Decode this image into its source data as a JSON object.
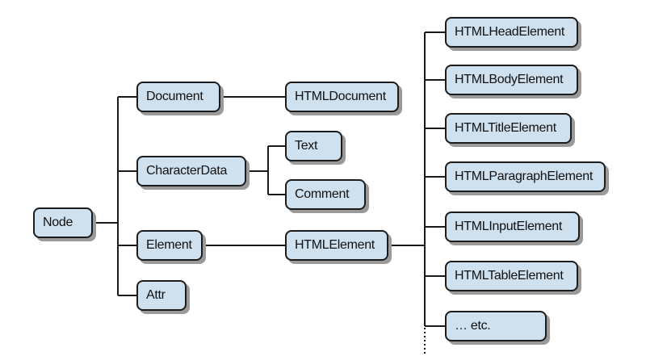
{
  "diagram": {
    "nodes": {
      "node": "Node",
      "document": "Document",
      "character_data": "CharacterData",
      "element": "Element",
      "attr": "Attr",
      "html_document": "HTMLDocument",
      "text": "Text",
      "comment": "Comment",
      "html_element": "HTMLElement",
      "html_head_element": "HTMLHeadElement",
      "html_body_element": "HTMLBodyElement",
      "html_title_element": "HTMLTitleElement",
      "html_paragraph_element": "HTMLParagraphElement",
      "html_input_element": "HTMLInputElement",
      "html_table_element": "HTMLTableElement",
      "etc": "… etc."
    },
    "edges": [
      [
        "Node",
        "Document"
      ],
      [
        "Node",
        "CharacterData"
      ],
      [
        "Node",
        "Element"
      ],
      [
        "Node",
        "Attr"
      ],
      [
        "Document",
        "HTMLDocument"
      ],
      [
        "CharacterData",
        "Text"
      ],
      [
        "CharacterData",
        "Comment"
      ],
      [
        "Element",
        "HTMLElement"
      ],
      [
        "HTMLElement",
        "HTMLHeadElement"
      ],
      [
        "HTMLElement",
        "HTMLBodyElement"
      ],
      [
        "HTMLElement",
        "HTMLTitleElement"
      ],
      [
        "HTMLElement",
        "HTMLParagraphElement"
      ],
      [
        "HTMLElement",
        "HTMLInputElement"
      ],
      [
        "HTMLElement",
        "HTMLTableElement"
      ],
      [
        "HTMLElement",
        "… etc."
      ]
    ],
    "colors": {
      "node_fill": "#cfe0ee",
      "node_border": "#1c1c1c",
      "node_shadow": "#9a9a9a",
      "connector": "#1a1a1a"
    }
  }
}
